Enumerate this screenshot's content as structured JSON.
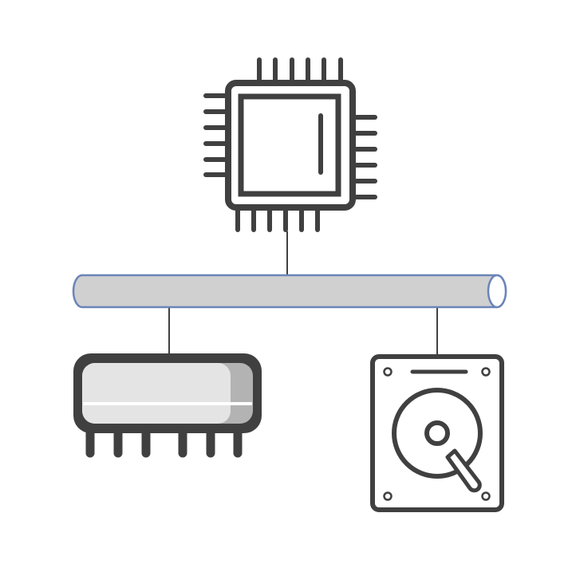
{
  "diagram": {
    "components": [
      {
        "id": "cpu",
        "icon": "cpu-chip-icon"
      },
      {
        "id": "bus",
        "icon": "system-bus-cylinder"
      },
      {
        "id": "ram",
        "icon": "memory-chip-icon"
      },
      {
        "id": "hdd",
        "icon": "hard-disk-drive-icon"
      }
    ],
    "connections": [
      {
        "from": "cpu",
        "to": "bus"
      },
      {
        "from": "bus",
        "to": "ram"
      },
      {
        "from": "bus",
        "to": "hdd"
      }
    ],
    "colors": {
      "icon_stroke": "#404040",
      "bus_fill": "#d0d0d0",
      "bus_stroke": "#6b84b8",
      "connector": "#000000",
      "ram_body_light": "#e4e4e4",
      "ram_body_shadow": "#b3b3b3",
      "background": "#ffffff"
    }
  }
}
